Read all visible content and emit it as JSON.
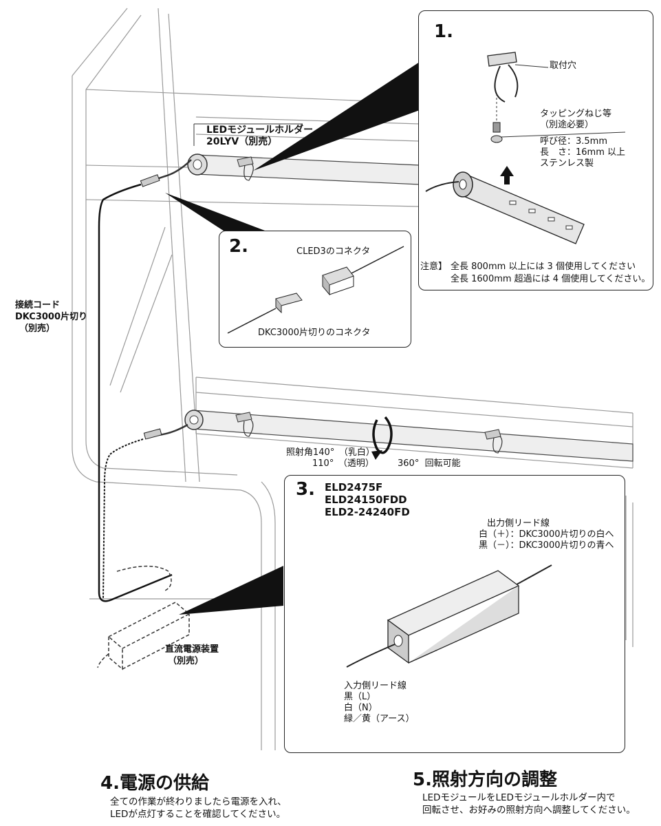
{
  "labels": {
    "holder": [
      "LEDモジュールホルダー",
      "20LYV（別売）"
    ],
    "cord": [
      "接続コード",
      "DKC3000片切り",
      "（別売）"
    ],
    "power_supply": [
      "直流電源装置",
      "（別売）"
    ],
    "beam_angle": [
      "照射角140°　（乳白）",
      "110°　（透明）"
    ],
    "rotation": "360°  回転可能"
  },
  "panel1": {
    "number": "1.",
    "hole": "取付穴",
    "screw": [
      "タッピングねじ等",
      "（別途必要）"
    ],
    "specs": [
      "呼び径：3.5mm",
      "長　さ：16mm 以上",
      "ステンレス製"
    ],
    "note_prefix": "注意】",
    "note_lines": [
      "全長 800mm 以上には 3 個使用してください",
      "全長 1600mm 超過には 4 個使用してください。"
    ]
  },
  "panel2": {
    "number": "2.",
    "cled": "CLED3のコネクタ",
    "dkc": "DKC3000片切りのコネクタ"
  },
  "panel3": {
    "number": "3.",
    "models": [
      "ELD2475F",
      "ELD24150FDD",
      "ELD2-24240FD"
    ],
    "output": [
      "出力側リード線",
      "白（＋）：DKC3000片切りの白へ",
      "黒（－）：DKC3000片切りの青へ"
    ],
    "input": [
      "入力側リード線",
      "黒（L）",
      "白（N）",
      "緑／黄（アース）"
    ]
  },
  "section4": {
    "title": "4.電源の供給",
    "body": [
      "全ての作業が終わりましたら電源を入れ、",
      "LEDが点灯することを確認してください。"
    ]
  },
  "section5": {
    "title": "5.照射方向の調整",
    "body": [
      "LEDモジュールをLEDモジュールホルダー内で",
      "回転させ、お好みの照射方向へ調整してください。"
    ]
  }
}
